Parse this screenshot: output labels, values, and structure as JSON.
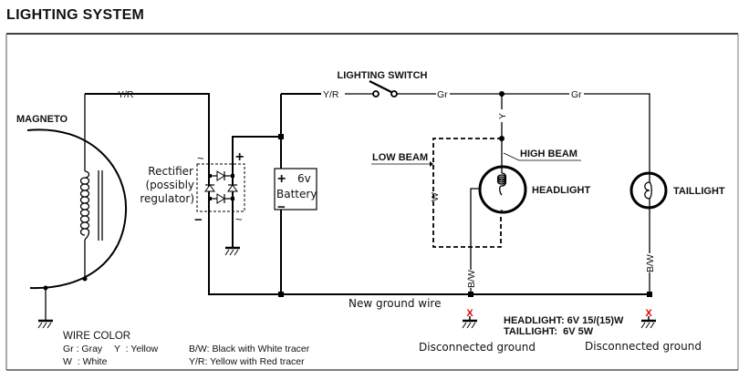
{
  "title": "LIGHTING SYSTEM",
  "components": {
    "magneto": "MAGNETO",
    "rectifier": [
      "Rectifier",
      "(possibly",
      "regulator)"
    ],
    "rectifier_terminals": {
      "ac_top": "~",
      "plus": "+",
      "minus": "−",
      "ac_bottom": "~"
    },
    "battery": {
      "plus": "+",
      "voltage": "6v",
      "label": "Battery",
      "minus": "−"
    },
    "lighting_switch": "LIGHTING SWITCH",
    "low_beam": "LOW BEAM",
    "high_beam": "HIGH BEAM",
    "headlight": "HEADLIGHT",
    "taillight": "TAILLIGHT"
  },
  "wire_labels": {
    "magneto_out": "Y/R",
    "battery_to_switch": "Y/R",
    "switch_out": "Gr",
    "to_taillight": "Gr",
    "headlight_feed": "Y",
    "low_beam_wire": "W",
    "headlight_ground": "B/W",
    "taillight_ground": "B/W"
  },
  "annotations": {
    "new_ground": "New ground wire",
    "disconnected_mark": "X",
    "disconnected_headlight": "Disconnected ground",
    "disconnected_taillight": "Disconnected ground"
  },
  "specs": {
    "headlight": "HEADLIGHT: 6V 15/(15)W",
    "taillight": "TAILLIGHT:  6V 5W"
  },
  "legend": {
    "heading": "WIRE COLOR",
    "entries": [
      {
        "code": "Gr",
        "meaning": "Gray",
        "text": "Gr : Gray"
      },
      {
        "code": "Y",
        "meaning": "Yellow",
        "text": "Y  : Yellow"
      },
      {
        "code": "W",
        "meaning": "White",
        "text": "W  : White"
      },
      {
        "code": "B/W",
        "meaning": "Black with White tracer",
        "text": "B/W: Black with White tracer"
      },
      {
        "code": "Y/R",
        "meaning": "Yellow with Red tracer",
        "text": "Y/R: Yellow with Red tracer"
      }
    ]
  },
  "colors": {
    "line": "#000000",
    "disconnected_mark": "#e00000",
    "background": "#ffffff"
  }
}
